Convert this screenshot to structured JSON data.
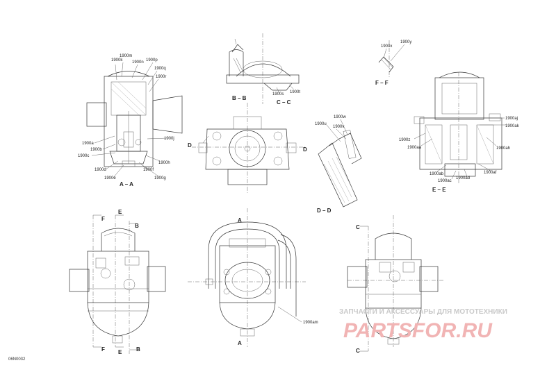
{
  "drawing_code": "06N0032",
  "part_labels": {
    "aa": [
      "1900k",
      "1900m",
      "1900n",
      "1900p",
      "1900q",
      "1900r",
      "1900a",
      "1900b",
      "1900c",
      "1900d",
      "1900e",
      "1900f",
      "1900g",
      "1900h",
      "1900j"
    ],
    "bb_cc": [
      "1900s",
      "1900t"
    ],
    "ff": [
      "1900x",
      "1900y"
    ],
    "dd": [
      "1900w",
      "1900u",
      "1900v"
    ],
    "ee": [
      "1900aj",
      "1900ak",
      "1900z",
      "1900aa",
      "1900ah",
      "1900ab",
      "1900ac",
      "1900ad",
      "1900af"
    ],
    "front": [
      "1900am"
    ]
  },
  "section_titles": {
    "aa": "A – A",
    "bb": "B – B",
    "cc": "C – C",
    "ff": "F – F",
    "dd": "D – D",
    "ee": "E – E"
  },
  "cut_letters": {
    "left_F_top": "F",
    "left_E_top": "E",
    "left_B_top": "B",
    "left_F_bot": "F",
    "left_E_bot": "E",
    "left_B_bot": "B",
    "mid_A_top": "A",
    "mid_A_bot": "A",
    "mid_D_left": "D",
    "mid_D_right": "D",
    "right_C_top": "C",
    "right_C_bot": "C"
  },
  "watermark": {
    "line1": "ЗАПЧАСТИ И АКСЕССУАРЫ ДЛЯ МОТОТЕХНИКИ",
    "line2": "PARTSFOR.RU"
  }
}
